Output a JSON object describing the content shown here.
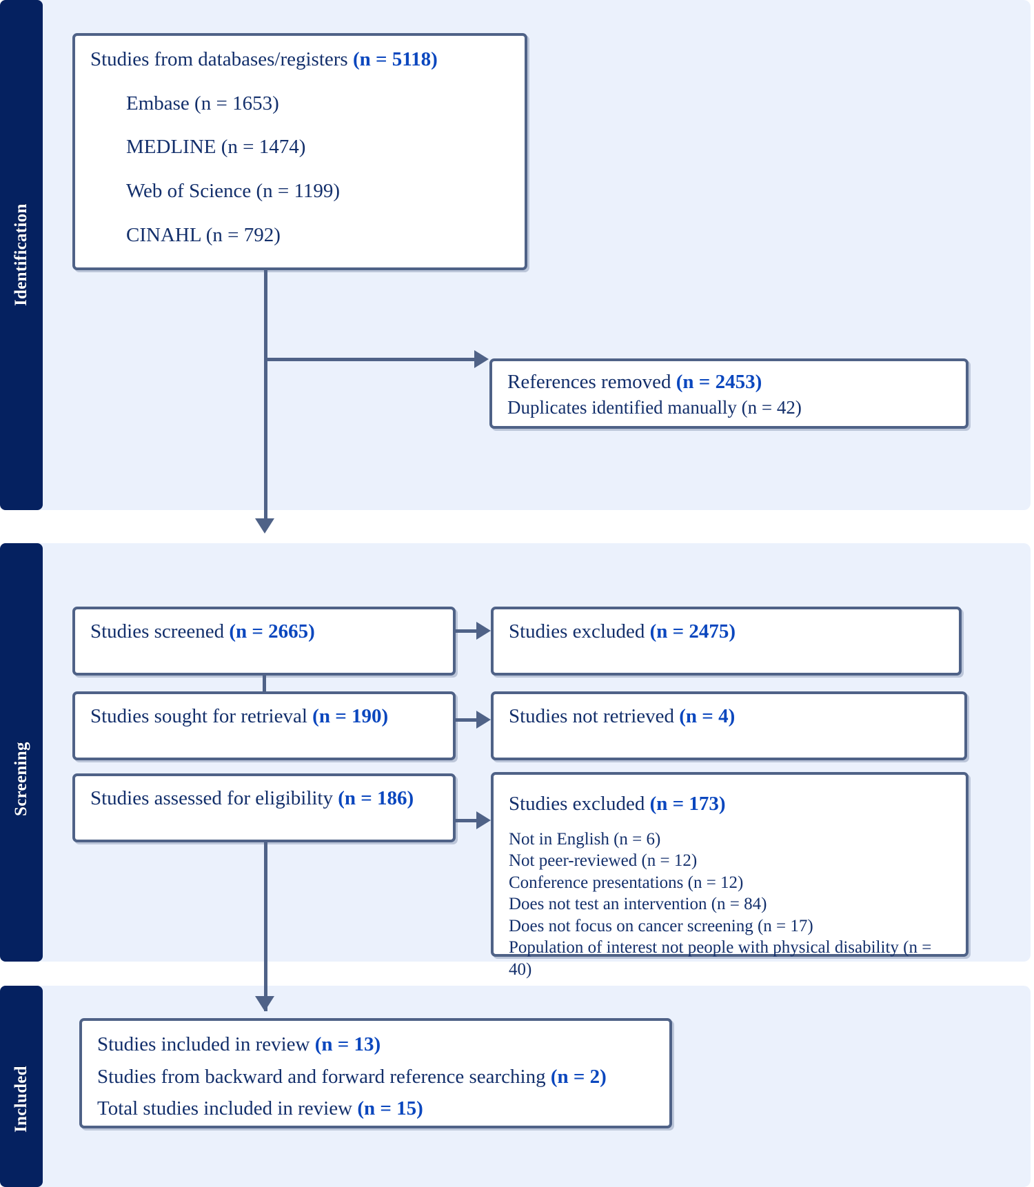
{
  "colors": {
    "rail": "#052160",
    "band": "#ebf1fc",
    "box_border": "#4f6287",
    "text_navy": "#132f6b",
    "highlight_blue": "#0b47be"
  },
  "stages": [
    {
      "key": "identification",
      "label": "Identification"
    },
    {
      "key": "screening",
      "label": "Screening"
    },
    {
      "key": "included",
      "label": "Included"
    }
  ],
  "boxes": {
    "sources": {
      "title_text": "Studies from databases/registers ",
      "title_count": "(n = 5118)",
      "items": [
        "Embase (n = 1653)",
        "MEDLINE (n = 1474)",
        "Web of Science (n = 1199)",
        "CINAHL (n = 792)"
      ]
    },
    "references_removed": {
      "line1_text": "References removed ",
      "line1_count": "(n = 2453)",
      "line2": "Duplicates identified manually (n = 42)"
    },
    "studies_screened": {
      "text": "Studies screened ",
      "count": "(n = 2665)"
    },
    "studies_excluded": {
      "text": "Studies excluded ",
      "count": "(n = 2475)"
    },
    "studies_sought": {
      "text": "Studies sought for retrieval ",
      "count": "(n = 190)"
    },
    "studies_not_retrieved": {
      "text": "Studies not retrieved ",
      "count": "(n = 4)"
    },
    "studies_assessed": {
      "text": "Studies assessed for eligibility ",
      "count": "(n = 186)"
    },
    "studies_excluded_detail": {
      "title_text": "Studies excluded ",
      "title_count": "(n = 173)",
      "reasons": [
        "Not in English (n = 6)",
        "Not peer-reviewed (n = 12)",
        "Conference presentations (n = 12)",
        "Does not test an intervention (n = 84)",
        "Does not focus on cancer screening (n = 17)",
        "Population of interest not people with physical disability (n = 40)"
      ]
    },
    "included": {
      "line1_text": "Studies included in review ",
      "line1_count": "(n = 13)",
      "line2_text": "Studies from backward and forward reference searching ",
      "line2_count": "(n = 2)",
      "line3_text": "Total studies included in review ",
      "line3_count": "(n = 15)"
    }
  },
  "chart_data": {
    "type": "diagram",
    "title": "PRISMA 2020 flow diagram",
    "nodes": [
      {
        "id": "sources",
        "stage": "Identification",
        "label": "Studies from databases/registers",
        "n": 5118,
        "breakdown": [
          {
            "source": "Embase",
            "n": 1653
          },
          {
            "source": "MEDLINE",
            "n": 1474
          },
          {
            "source": "Web of Science",
            "n": 1199
          },
          {
            "source": "CINAHL",
            "n": 792
          }
        ]
      },
      {
        "id": "refs_removed",
        "stage": "Identification",
        "label": "References removed",
        "n": 2453,
        "breakdown": [
          {
            "source": "Duplicates identified manually",
            "n": 42
          }
        ]
      },
      {
        "id": "screened",
        "stage": "Screening",
        "label": "Studies screened",
        "n": 2665
      },
      {
        "id": "excluded_scr",
        "stage": "Screening",
        "label": "Studies excluded",
        "n": 2475
      },
      {
        "id": "sought",
        "stage": "Screening",
        "label": "Studies sought for retrieval",
        "n": 190
      },
      {
        "id": "not_retrieved",
        "stage": "Screening",
        "label": "Studies not retrieved",
        "n": 4
      },
      {
        "id": "assessed",
        "stage": "Screening",
        "label": "Studies assessed for eligibility",
        "n": 186
      },
      {
        "id": "excluded_elig",
        "stage": "Screening",
        "label": "Studies excluded",
        "n": 173,
        "breakdown": [
          {
            "reason": "Not in English",
            "n": 6
          },
          {
            "reason": "Not peer-reviewed",
            "n": 12
          },
          {
            "reason": "Conference presentations",
            "n": 12
          },
          {
            "reason": "Does not test an intervention",
            "n": 84
          },
          {
            "reason": "Does not focus on cancer screening",
            "n": 17
          },
          {
            "reason": "Population of interest not people with physical disability",
            "n": 40
          }
        ]
      },
      {
        "id": "included",
        "stage": "Included",
        "label": "Studies included in review",
        "n": 13
      },
      {
        "id": "ref_searching",
        "stage": "Included",
        "label": "Studies from backward and forward reference searching",
        "n": 2
      },
      {
        "id": "total_included",
        "stage": "Included",
        "label": "Total studies included in review",
        "n": 15
      }
    ],
    "edges": [
      {
        "from": "sources",
        "to": "screened",
        "direction": "down"
      },
      {
        "from": "sources",
        "to": "refs_removed",
        "direction": "right"
      },
      {
        "from": "screened",
        "to": "sought",
        "direction": "down"
      },
      {
        "from": "screened",
        "to": "excluded_scr",
        "direction": "right"
      },
      {
        "from": "sought",
        "to": "not_retrieved",
        "direction": "right"
      },
      {
        "from": "assessed",
        "to": "excluded_elig",
        "direction": "right"
      },
      {
        "from": "assessed",
        "to": "included",
        "direction": "down"
      }
    ]
  }
}
